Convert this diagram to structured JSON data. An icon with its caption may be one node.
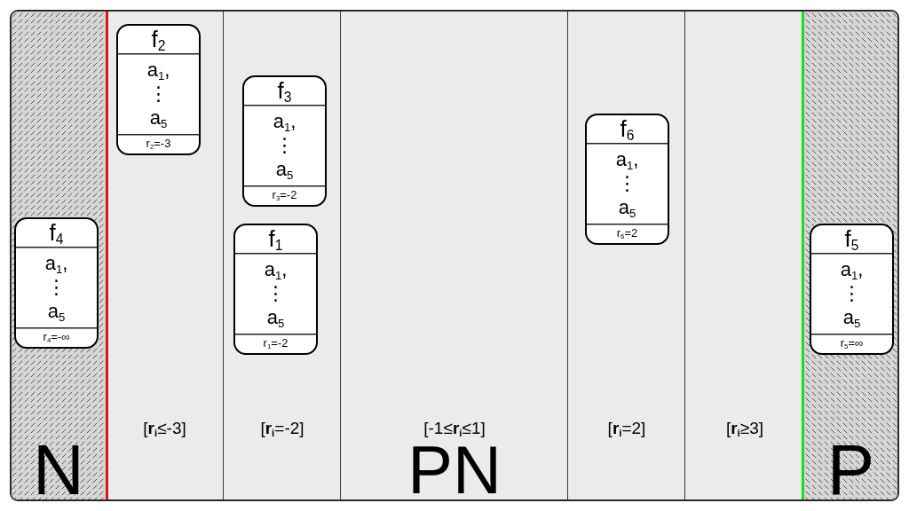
{
  "diagram": {
    "nodes": [
      {
        "text": [
          "N"
        ]
      },
      {
        "text": [
          "f$_{4}$",
          "a$_{1}$, ⋮ a$_{5}$",
          "r$_{4}$=-∞"
        ],
        "in": 0
      },
      {
        "text": [
          "[**r**$_{i}$≤-3]"
        ]
      },
      {
        "text": [
          "f$_{2}$",
          "a$_{1}$, ⋮ a$_{5}$",
          "r$_{2}$=-3"
        ],
        "in": 2
      },
      {
        "text": [
          "[**r**$_{i}$=-2]"
        ]
      },
      {
        "text": [
          "f$_{3}$",
          "a$_{1}$, ⋮ a$_{5}$",
          "r$_{3}$=-2"
        ],
        "in": 4
      },
      {
        "text": [
          "f$_{1}$",
          "a$_{1}$, ⋮ a$_{5}$",
          "r$_{1}$=-2"
        ],
        "in": 4
      },
      {
        "text": [
          "[-1≤**r**$_{i}$≤1]",
          "PN"
        ]
      },
      {
        "text": [
          "[**r**$_{i}$=2]"
        ]
      },
      {
        "text": [
          "f$_{6}$",
          "a$_{1}$, ⋮ a$_{5}$",
          "r$_{6}$=2"
        ],
        "in": 8
      },
      {
        "text": [
          "[**r**$_{i}$≥3]"
        ]
      },
      {
        "text": [
          "P"
        ]
      },
      {
        "text": [
          "f$_{5}$",
          "a$_{1}$, ⋮ a$_{5}$",
          "r$_{5}$=∞"
        ],
        "in": 11
      }
    ]
  }
}
